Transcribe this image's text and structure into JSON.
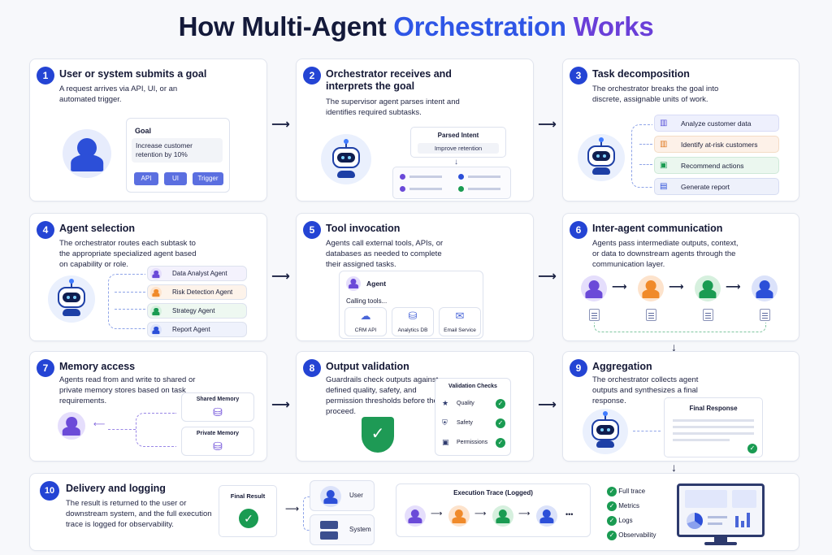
{
  "title": {
    "part1": "How Multi-Agent ",
    "part2": "Orchestration ",
    "part3": "Works"
  },
  "colors": {
    "primary": "#2444d4",
    "accent_purple": "#6a3fd8",
    "success": "#1a9b52",
    "orange": "#f08a2a"
  },
  "steps": [
    {
      "num": "1",
      "title": "User or system submits a goal",
      "desc": "A request arrives via API, UI, or an automated trigger.",
      "goal_label": "Goal",
      "goal_text": "Increase customer retention by 10%",
      "buttons": [
        "API",
        "UI",
        "Trigger"
      ]
    },
    {
      "num": "2",
      "title": "Orchestrator receives and interprets the goal",
      "desc": "The supervisor agent parses intent and identifies required subtasks.",
      "parsed_label": "Parsed Intent",
      "parsed_value": "Improve retention"
    },
    {
      "num": "3",
      "title": "Task decomposition",
      "desc": "The orchestrator breaks the goal into discrete, assignable units of work.",
      "tasks": [
        "Analyze customer data",
        "Identify at-risk customers",
        "Recommend actions",
        "Generate report"
      ]
    },
    {
      "num": "4",
      "title": "Agent selection",
      "desc": "The orchestrator routes each subtask to the appropriate specialized agent based on capability or role.",
      "agents": [
        "Data Analyst Agent",
        "Risk Detection Agent",
        "Strategy Agent",
        "Report Agent"
      ]
    },
    {
      "num": "5",
      "title": "Tool invocation",
      "desc": "Agents call external tools, APIs, or databases as needed to complete their assigned tasks.",
      "agent_label": "Agent",
      "calling": "Calling tools...",
      "tools": [
        "CRM API",
        "Analytics DB",
        "Email Service"
      ]
    },
    {
      "num": "6",
      "title": "Inter-agent communication",
      "desc": "Agents pass intermediate outputs, context, or data to downstream agents through the communication layer."
    },
    {
      "num": "7",
      "title": "Memory access",
      "desc": "Agents read from and write to shared or private memory stores based on task requirements.",
      "memories": [
        "Shared Memory",
        "Private Memory"
      ]
    },
    {
      "num": "8",
      "title": "Output validation",
      "desc": "Guardrails check outputs against defined quality, safety, and permission thresholds before they proceed.",
      "checks_title": "Validation Checks",
      "checks": [
        "Quality",
        "Safety",
        "Permissions"
      ]
    },
    {
      "num": "9",
      "title": "Aggregation",
      "desc": "The orchestrator collects agent outputs and synthesizes a final response.",
      "final_label": "Final Response"
    },
    {
      "num": "10",
      "title": "Delivery and logging",
      "desc": "The result is returned to the user or downstream system, and the full execution trace is logged for observability.",
      "final_result": "Final Result",
      "targets": [
        "User",
        "System"
      ],
      "trace_label": "Execution Trace (Logged)",
      "trace_more": "•••",
      "logs": [
        "Full trace",
        "Metrics",
        "Logs",
        "Observability"
      ]
    }
  ]
}
